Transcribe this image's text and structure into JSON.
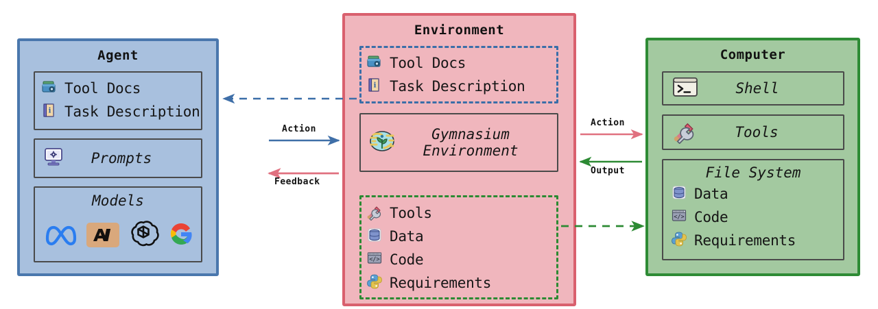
{
  "diagram": {
    "title": "Agent-Environment-Computer architecture",
    "colors": {
      "agent_fill": "#a8c0de",
      "agent_border": "#4a77ad",
      "environment_fill": "#f0b6bd",
      "environment_border": "#d9606e",
      "computer_fill": "#a3c9a0",
      "computer_border": "#2e8b35",
      "inner_border": "#4a4a4a",
      "dashed_blue": "#3a6ea8",
      "dashed_green": "#2c8a33",
      "arrow_blue": "#3f6fa8",
      "arrow_red": "#e0707f",
      "arrow_green": "#2c8a33"
    }
  },
  "agent": {
    "title": "Agent",
    "docs_box": {
      "items": [
        {
          "icon": "card-file-box-icon",
          "label": "Tool Docs"
        },
        {
          "icon": "blue-book-icon",
          "label": "Task Description"
        }
      ]
    },
    "prompts_box": {
      "icon": "desktop-computer-icon",
      "label": "Prompts"
    },
    "models_box": {
      "heading": "Models",
      "logos": [
        {
          "name": "meta-logo",
          "alt": "Meta"
        },
        {
          "name": "anthropic-logo",
          "alt": "Anthropic"
        },
        {
          "name": "openai-logo",
          "alt": "OpenAI"
        },
        {
          "name": "google-logo",
          "alt": "Google"
        }
      ]
    }
  },
  "environment": {
    "title": "Environment",
    "docs_box": {
      "items": [
        {
          "icon": "card-file-box-icon",
          "label": "Tool Docs"
        },
        {
          "icon": "blue-book-icon",
          "label": "Task Description"
        }
      ]
    },
    "gym_box": {
      "icon": "earth-plant-icon",
      "label_line1": "Gymnasium",
      "label_line2": "Environment"
    },
    "resources_box": {
      "items": [
        {
          "icon": "hammer-and-wrench-icon",
          "label": "Tools"
        },
        {
          "icon": "database-icon",
          "label": "Data"
        },
        {
          "icon": "code-icon",
          "label": "Code"
        },
        {
          "icon": "python-icon",
          "label": "Requirements"
        }
      ]
    }
  },
  "computer": {
    "title": "Computer",
    "shell_box": {
      "icon": "terminal-icon",
      "label": "Shell"
    },
    "tools_box": {
      "icon": "hammer-and-wrench-icon",
      "label": "Tools"
    },
    "filesystem_box": {
      "heading": "File System",
      "items": [
        {
          "icon": "database-icon",
          "label": "Data"
        },
        {
          "icon": "code-icon",
          "label": "Code"
        },
        {
          "icon": "python-icon",
          "label": "Requirements"
        }
      ]
    }
  },
  "arrows": {
    "env_to_agent_docs": {
      "label": "",
      "style": "dashed",
      "color": "#3a6ea8",
      "direction": "left"
    },
    "agent_to_env_action": {
      "label": "Action",
      "style": "solid",
      "color": "#3f6fa8",
      "direction": "right"
    },
    "env_to_agent_feedback": {
      "label": "Feedback",
      "style": "solid",
      "color": "#e0707f",
      "direction": "left"
    },
    "env_to_computer_action": {
      "label": "Action",
      "style": "solid",
      "color": "#e0707f",
      "direction": "right"
    },
    "computer_to_env_output": {
      "label": "Output",
      "style": "solid",
      "color": "#2c8a33",
      "direction": "left"
    },
    "env_to_computer_files": {
      "label": "",
      "style": "dashed",
      "color": "#2c8a33",
      "direction": "right"
    }
  }
}
